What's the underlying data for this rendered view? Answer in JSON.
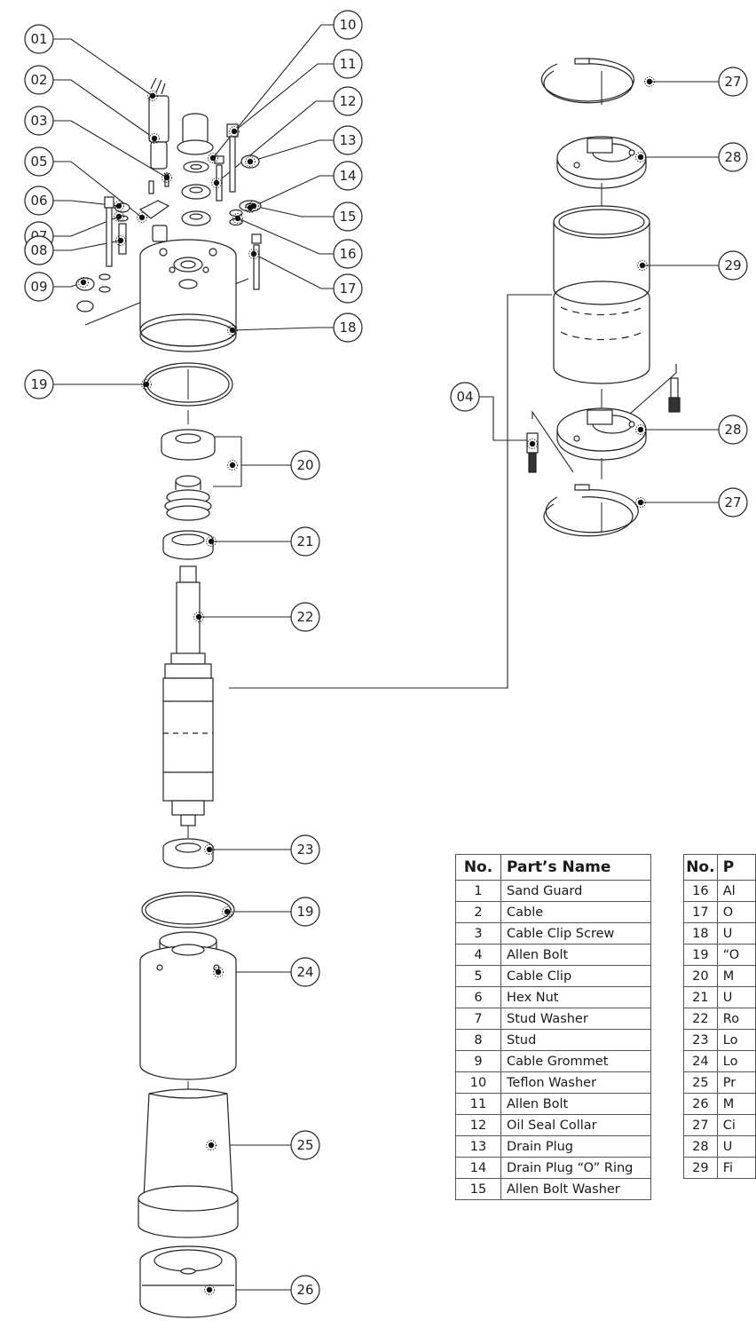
{
  "callouts": {
    "c01": "01",
    "c02": "02",
    "c03": "03",
    "c04": "04",
    "c05": "05",
    "c06": "06",
    "c07": "07",
    "c08": "08",
    "c09": "09",
    "c10": "10",
    "c11": "11",
    "c12": "12",
    "c13": "13",
    "c14": "14",
    "c15": "15",
    "c16": "16",
    "c17": "17",
    "c18": "18",
    "c19": "19",
    "c20": "20",
    "c21": "21",
    "c22": "22",
    "c23": "23",
    "c24": "24",
    "c25": "25",
    "c26": "26",
    "c27": "27",
    "c28": "28",
    "c29": "29"
  },
  "parts_table_left": {
    "header_no": "No.",
    "header_name": "Part’s Name",
    "rows": [
      {
        "no": "1",
        "name": "Sand Guard"
      },
      {
        "no": "2",
        "name": "Cable"
      },
      {
        "no": "3",
        "name": "Cable Clip Screw"
      },
      {
        "no": "4",
        "name": "Allen Bolt"
      },
      {
        "no": "5",
        "name": "Cable Clip"
      },
      {
        "no": "6",
        "name": "Hex Nut"
      },
      {
        "no": "7",
        "name": "Stud Washer"
      },
      {
        "no": "8",
        "name": "Stud"
      },
      {
        "no": "9",
        "name": "Cable Grommet"
      },
      {
        "no": "10",
        "name": "Teflon Washer"
      },
      {
        "no": "11",
        "name": "Allen Bolt"
      },
      {
        "no": "12",
        "name": "Oil Seal Collar"
      },
      {
        "no": "13",
        "name": "Drain Plug"
      },
      {
        "no": "14",
        "name": "Drain Plug “O” Ring"
      },
      {
        "no": "15",
        "name": "Allen Bolt Washer"
      }
    ]
  },
  "parts_table_right": {
    "header_no": "No.",
    "header_name": "P",
    "rows": [
      {
        "no": "16",
        "name": "Al"
      },
      {
        "no": "17",
        "name": "O"
      },
      {
        "no": "18",
        "name": "U"
      },
      {
        "no": "19",
        "name": "“O"
      },
      {
        "no": "20",
        "name": "M"
      },
      {
        "no": "21",
        "name": "U"
      },
      {
        "no": "22",
        "name": "Ro"
      },
      {
        "no": "23",
        "name": "Lo"
      },
      {
        "no": "24",
        "name": "Lo"
      },
      {
        "no": "25",
        "name": "Pr"
      },
      {
        "no": "26",
        "name": "M"
      },
      {
        "no": "27",
        "name": "Ci"
      },
      {
        "no": "28",
        "name": "U"
      },
      {
        "no": "29",
        "name": "Fi"
      }
    ]
  },
  "colors": {
    "line": "#222222",
    "fill": "#ffffff",
    "dot": "#111111"
  }
}
